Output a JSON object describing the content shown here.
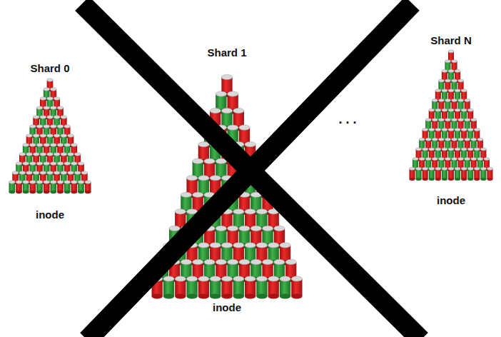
{
  "diagram": {
    "nodes": [
      {
        "text": [
          "Shard 0",
          "inode"
        ]
      },
      {
        "text": [
          "Shard 1",
          "inode"
        ]
      },
      {
        "text": [
          "Shard N",
          "inode"
        ]
      }
    ],
    "labels": [
      ". . ."
    ]
  }
}
